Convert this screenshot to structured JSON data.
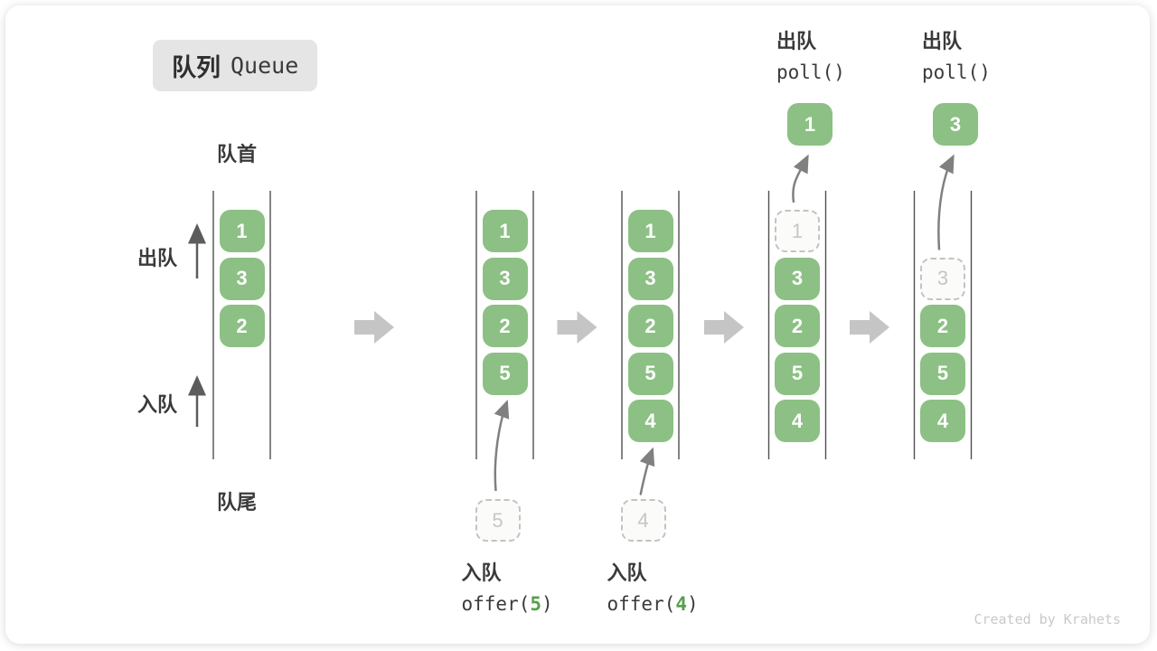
{
  "badge": {
    "zh": "队列",
    "en": "Queue"
  },
  "labels": {
    "front": "队首",
    "rear": "队尾",
    "dequeue_side": "出队",
    "enqueue_side": "入队"
  },
  "watermark": "Created by Krahets",
  "colors": {
    "box_green": "#8CC084",
    "code_arg_green": "#56A04E",
    "badge_bg": "#E5E5E5",
    "text_dark": "#3A3A3A",
    "channel_line": "#4F4F4F",
    "curved_arrow": "#808080",
    "side_arrow": "#5C5C5C",
    "block_arrow": "#C5C5C5",
    "ghost_border": "#C3C3C3",
    "ghost_text": "#C6C6C6",
    "watermark_gray": "#C9C9C9"
  },
  "stages": [
    {
      "slots": [
        {
          "row": 0,
          "value": "1",
          "state": "filled"
        },
        {
          "row": 1,
          "value": "3",
          "state": "filled"
        },
        {
          "row": 2,
          "value": "2",
          "state": "filled"
        }
      ]
    },
    {
      "slots": [
        {
          "row": 0,
          "value": "1",
          "state": "filled"
        },
        {
          "row": 1,
          "value": "3",
          "state": "filled"
        },
        {
          "row": 2,
          "value": "2",
          "state": "filled"
        },
        {
          "row": 3,
          "value": "5",
          "state": "filled"
        }
      ],
      "incoming": {
        "value": "5"
      },
      "footer": {
        "action": "入队",
        "code_before": "offer(",
        "code_value": "5",
        "code_after": ")"
      }
    },
    {
      "slots": [
        {
          "row": 0,
          "value": "1",
          "state": "filled"
        },
        {
          "row": 1,
          "value": "3",
          "state": "filled"
        },
        {
          "row": 2,
          "value": "2",
          "state": "filled"
        },
        {
          "row": 3,
          "value": "5",
          "state": "filled"
        },
        {
          "row": 4,
          "value": "4",
          "state": "filled"
        }
      ],
      "incoming": {
        "value": "4"
      },
      "footer": {
        "action": "入队",
        "code_before": "offer(",
        "code_value": "4",
        "code_after": ")"
      }
    },
    {
      "slots": [
        {
          "row": 0,
          "value": "1",
          "state": "removed"
        },
        {
          "row": 1,
          "value": "3",
          "state": "filled"
        },
        {
          "row": 2,
          "value": "2",
          "state": "filled"
        },
        {
          "row": 3,
          "value": "5",
          "state": "filled"
        },
        {
          "row": 4,
          "value": "4",
          "state": "filled"
        }
      ],
      "popped": {
        "value": "1"
      },
      "header": {
        "action": "出队",
        "code": "poll()"
      }
    },
    {
      "slots": [
        {
          "row": 1,
          "value": "3",
          "state": "removed"
        },
        {
          "row": 2,
          "value": "2",
          "state": "filled"
        },
        {
          "row": 3,
          "value": "5",
          "state": "filled"
        },
        {
          "row": 4,
          "value": "4",
          "state": "filled"
        }
      ],
      "popped": {
        "value": "3"
      },
      "header": {
        "action": "出队",
        "code": "poll()"
      }
    }
  ]
}
